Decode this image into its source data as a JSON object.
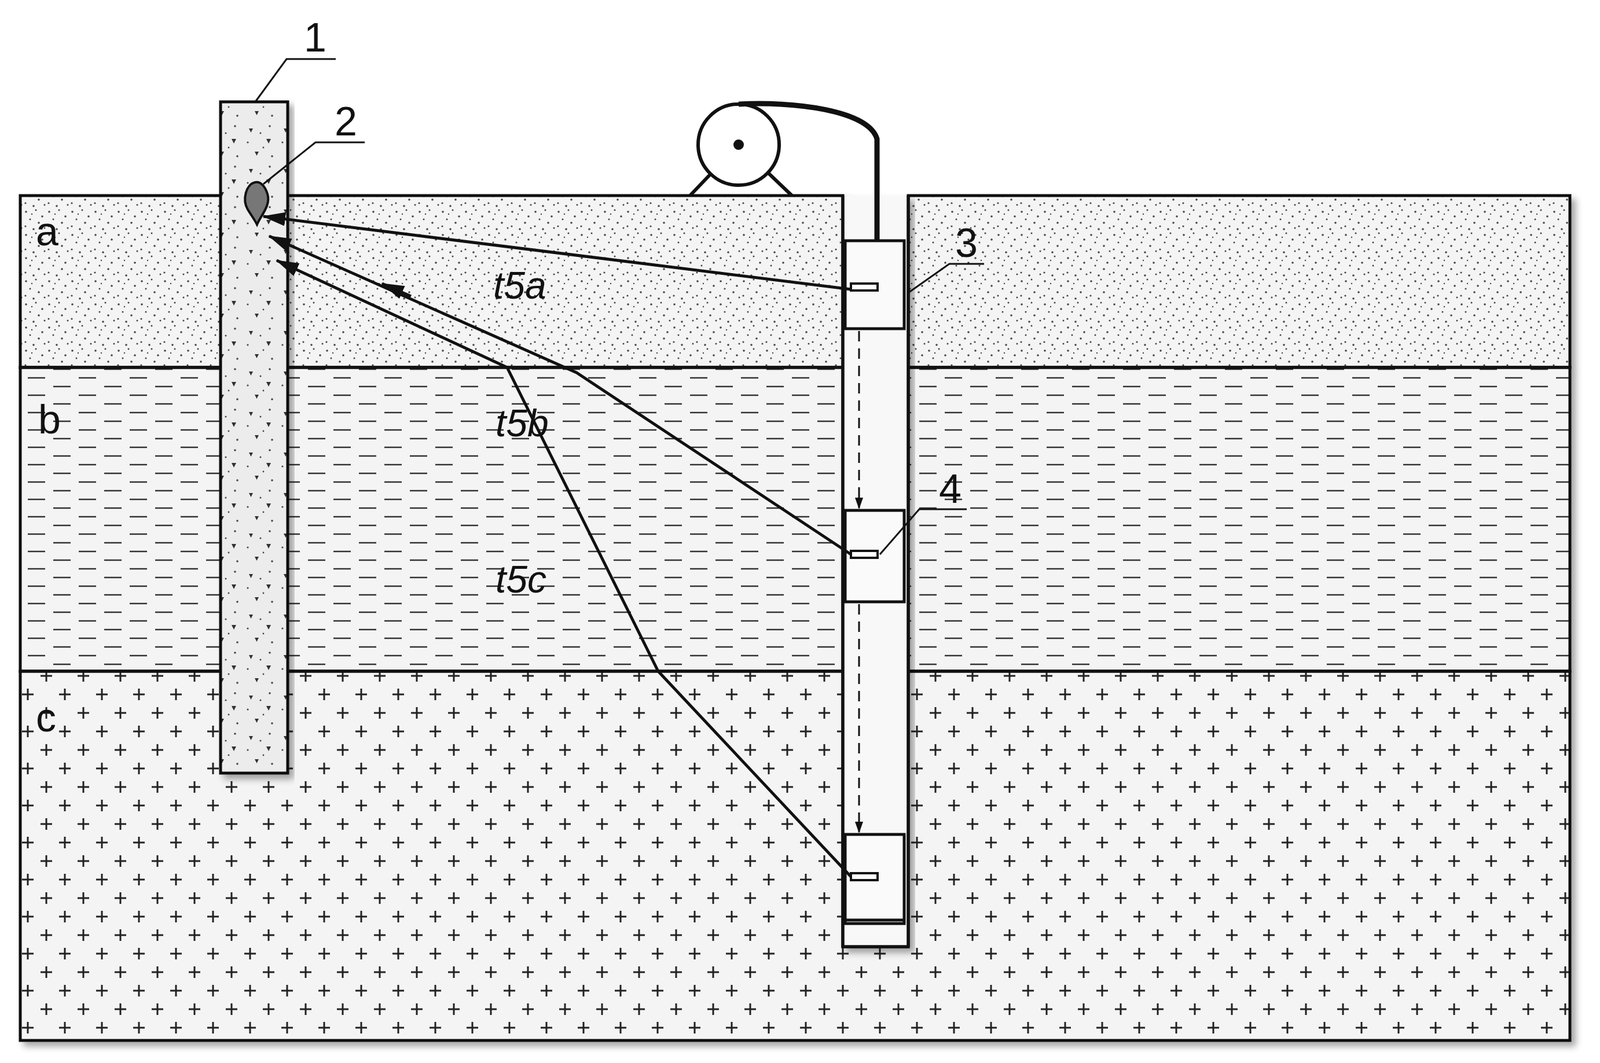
{
  "diagram": {
    "labels": [
      "1",
      "2",
      "3",
      "4",
      "a",
      "b",
      "c",
      "t5a",
      "t5b",
      "t5c"
    ]
  }
}
